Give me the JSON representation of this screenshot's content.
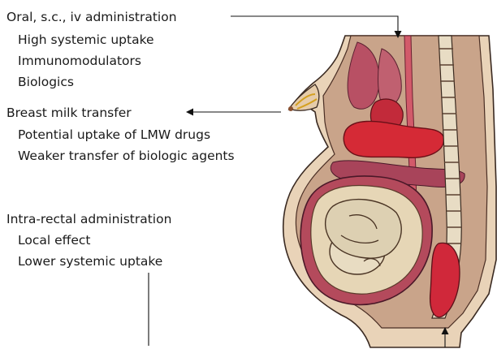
{
  "oral": {
    "heading": "Oral, s.c., iv administration",
    "items": [
      "High systemic uptake",
      "Immunomodulators",
      "Biologics"
    ]
  },
  "breast": {
    "heading": "Breast milk transfer",
    "items": [
      "Potential uptake of LMW drugs",
      "Weaker transfer of biologic agents"
    ]
  },
  "rectal": {
    "heading": "Intra-rectal administration",
    "items": [
      "Local effect",
      "Lower systemic uptake"
    ]
  }
}
